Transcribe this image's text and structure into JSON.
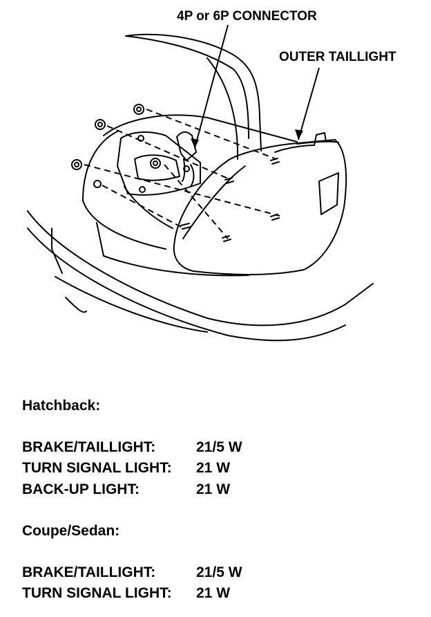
{
  "callouts": {
    "connector": "4P or 6P CONNECTOR",
    "outer_taillight": "OUTER TAILLIGHT"
  },
  "sections": [
    {
      "heading": "Hatchback:",
      "rows": [
        {
          "label": "BRAKE/TAILLIGHT:",
          "value": "21/5 W"
        },
        {
          "label": "TURN SIGNAL LIGHT:",
          "value": "21 W"
        },
        {
          "label": "BACK-UP LIGHT:",
          "value": "21 W"
        }
      ]
    },
    {
      "heading": "Coupe/Sedan:",
      "rows": [
        {
          "label": "BRAKE/TAILLIGHT:",
          "value": "21/5 W"
        },
        {
          "label": "TURN SIGNAL LIGHT:",
          "value": "21 W"
        }
      ]
    }
  ]
}
